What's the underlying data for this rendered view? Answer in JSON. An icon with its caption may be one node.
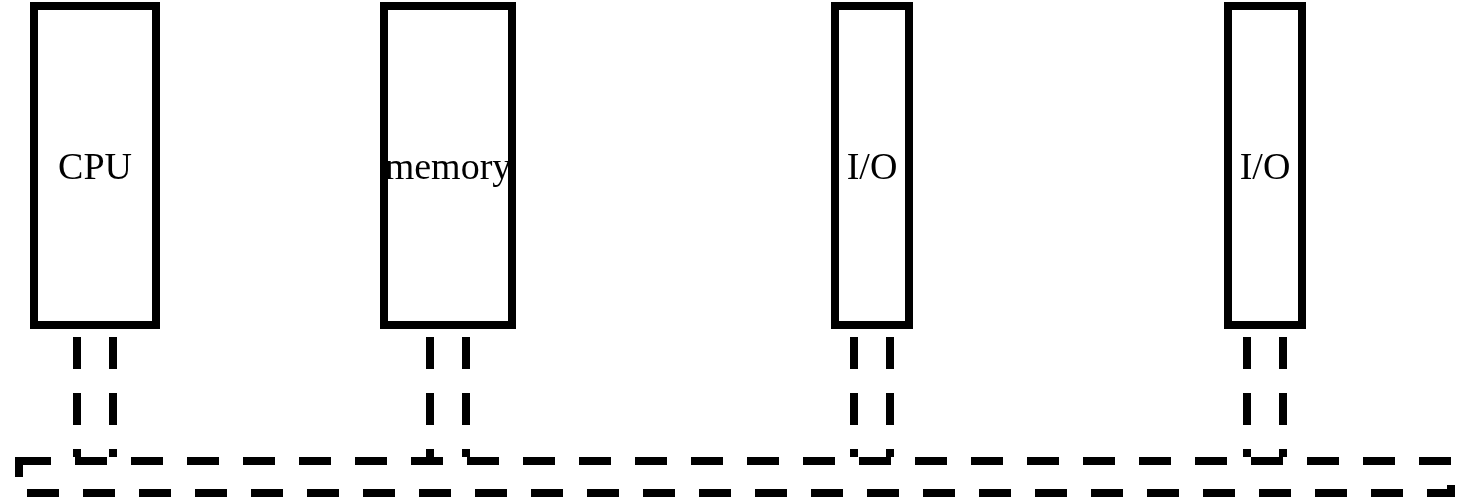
{
  "diagram": {
    "nodes": [
      {
        "text": [
          "CPU"
        ]
      },
      {
        "text": [
          "memory"
        ]
      },
      {
        "text": [
          "I/O"
        ]
      },
      {
        "text": [
          "I/O"
        ]
      },
      {
        "text": [],
        "shape": "bar"
      }
    ],
    "edges": [
      {
        "from": 0,
        "to": 4,
        "arrow": "none",
        "style": "dashed"
      },
      {
        "from": 1,
        "to": 4,
        "arrow": "none",
        "style": "dashed"
      },
      {
        "from": 2,
        "to": 4,
        "arrow": "none",
        "style": "dashed"
      },
      {
        "from": 3,
        "to": 4,
        "arrow": "none",
        "style": "dashed"
      }
    ]
  }
}
